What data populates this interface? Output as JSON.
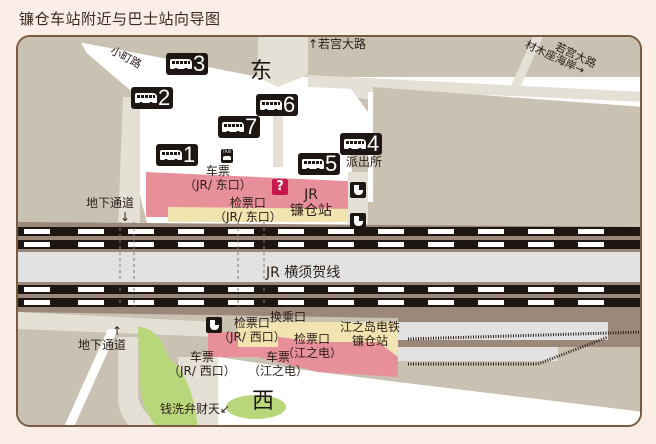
{
  "title": "镰仓车站附近与巴士站向导图",
  "colors": {
    "page_bg": "#fbeee6",
    "block": "#c9c1b2",
    "road": "#ffffff",
    "sidewalk": "#e4e0d6",
    "station_pink": "#e8909a",
    "concourse_yellow": "#f2e4b0",
    "track_bed": "#9c8878",
    "rail": "#1e1612",
    "platform": "#e2e2e2",
    "park_green": "#b8d77a",
    "info_red": "#c8174e",
    "frame": "#7a5a40"
  },
  "map": {
    "directions": {
      "east": "东",
      "west": "西"
    },
    "roads": {
      "komachi": "小町路",
      "wakamiya_north": "↑若宫大路",
      "wakamiya_se": "若宫大路",
      "zaimokuza": "材木座海岸→"
    },
    "bus_stops": [
      {
        "number": "1"
      },
      {
        "number": "2"
      },
      {
        "number": "3"
      },
      {
        "number": "4"
      },
      {
        "number": "5"
      },
      {
        "number": "6"
      },
      {
        "number": "7"
      }
    ],
    "police_box": "派出所",
    "taxi_label": "TAXI",
    "info_icon": "?",
    "underpass_north": "地下通道",
    "underpass_north_arrow": "↓",
    "underpass_south": "地下通道",
    "underpass_south_arrow": "↑",
    "east_ticket": {
      "line1": "车票",
      "line2": "（JR/ 东口）"
    },
    "east_gate": {
      "line1": "检票口",
      "line2": "（JR/ 东口）"
    },
    "jr_station": {
      "line1": "JR",
      "line2": "镰仓站"
    },
    "jr_line": "JR 横须贺线",
    "transfer_gate": "换乘口",
    "west_gate": {
      "line1": "检票口",
      "line2": "（JR/ 西口）"
    },
    "enoden_gate": {
      "line1": "检票口",
      "line2": "（江之电）"
    },
    "enoden_station": {
      "line1": "江之岛电铁",
      "line2": "镰仓站"
    },
    "west_ticket": {
      "line1": "车票",
      "line2": "（JR/ 西口）"
    },
    "enoden_ticket": {
      "line1": "车票",
      "line2": "（江之电）"
    },
    "zeniarai": "钱洗弁财天↙"
  }
}
